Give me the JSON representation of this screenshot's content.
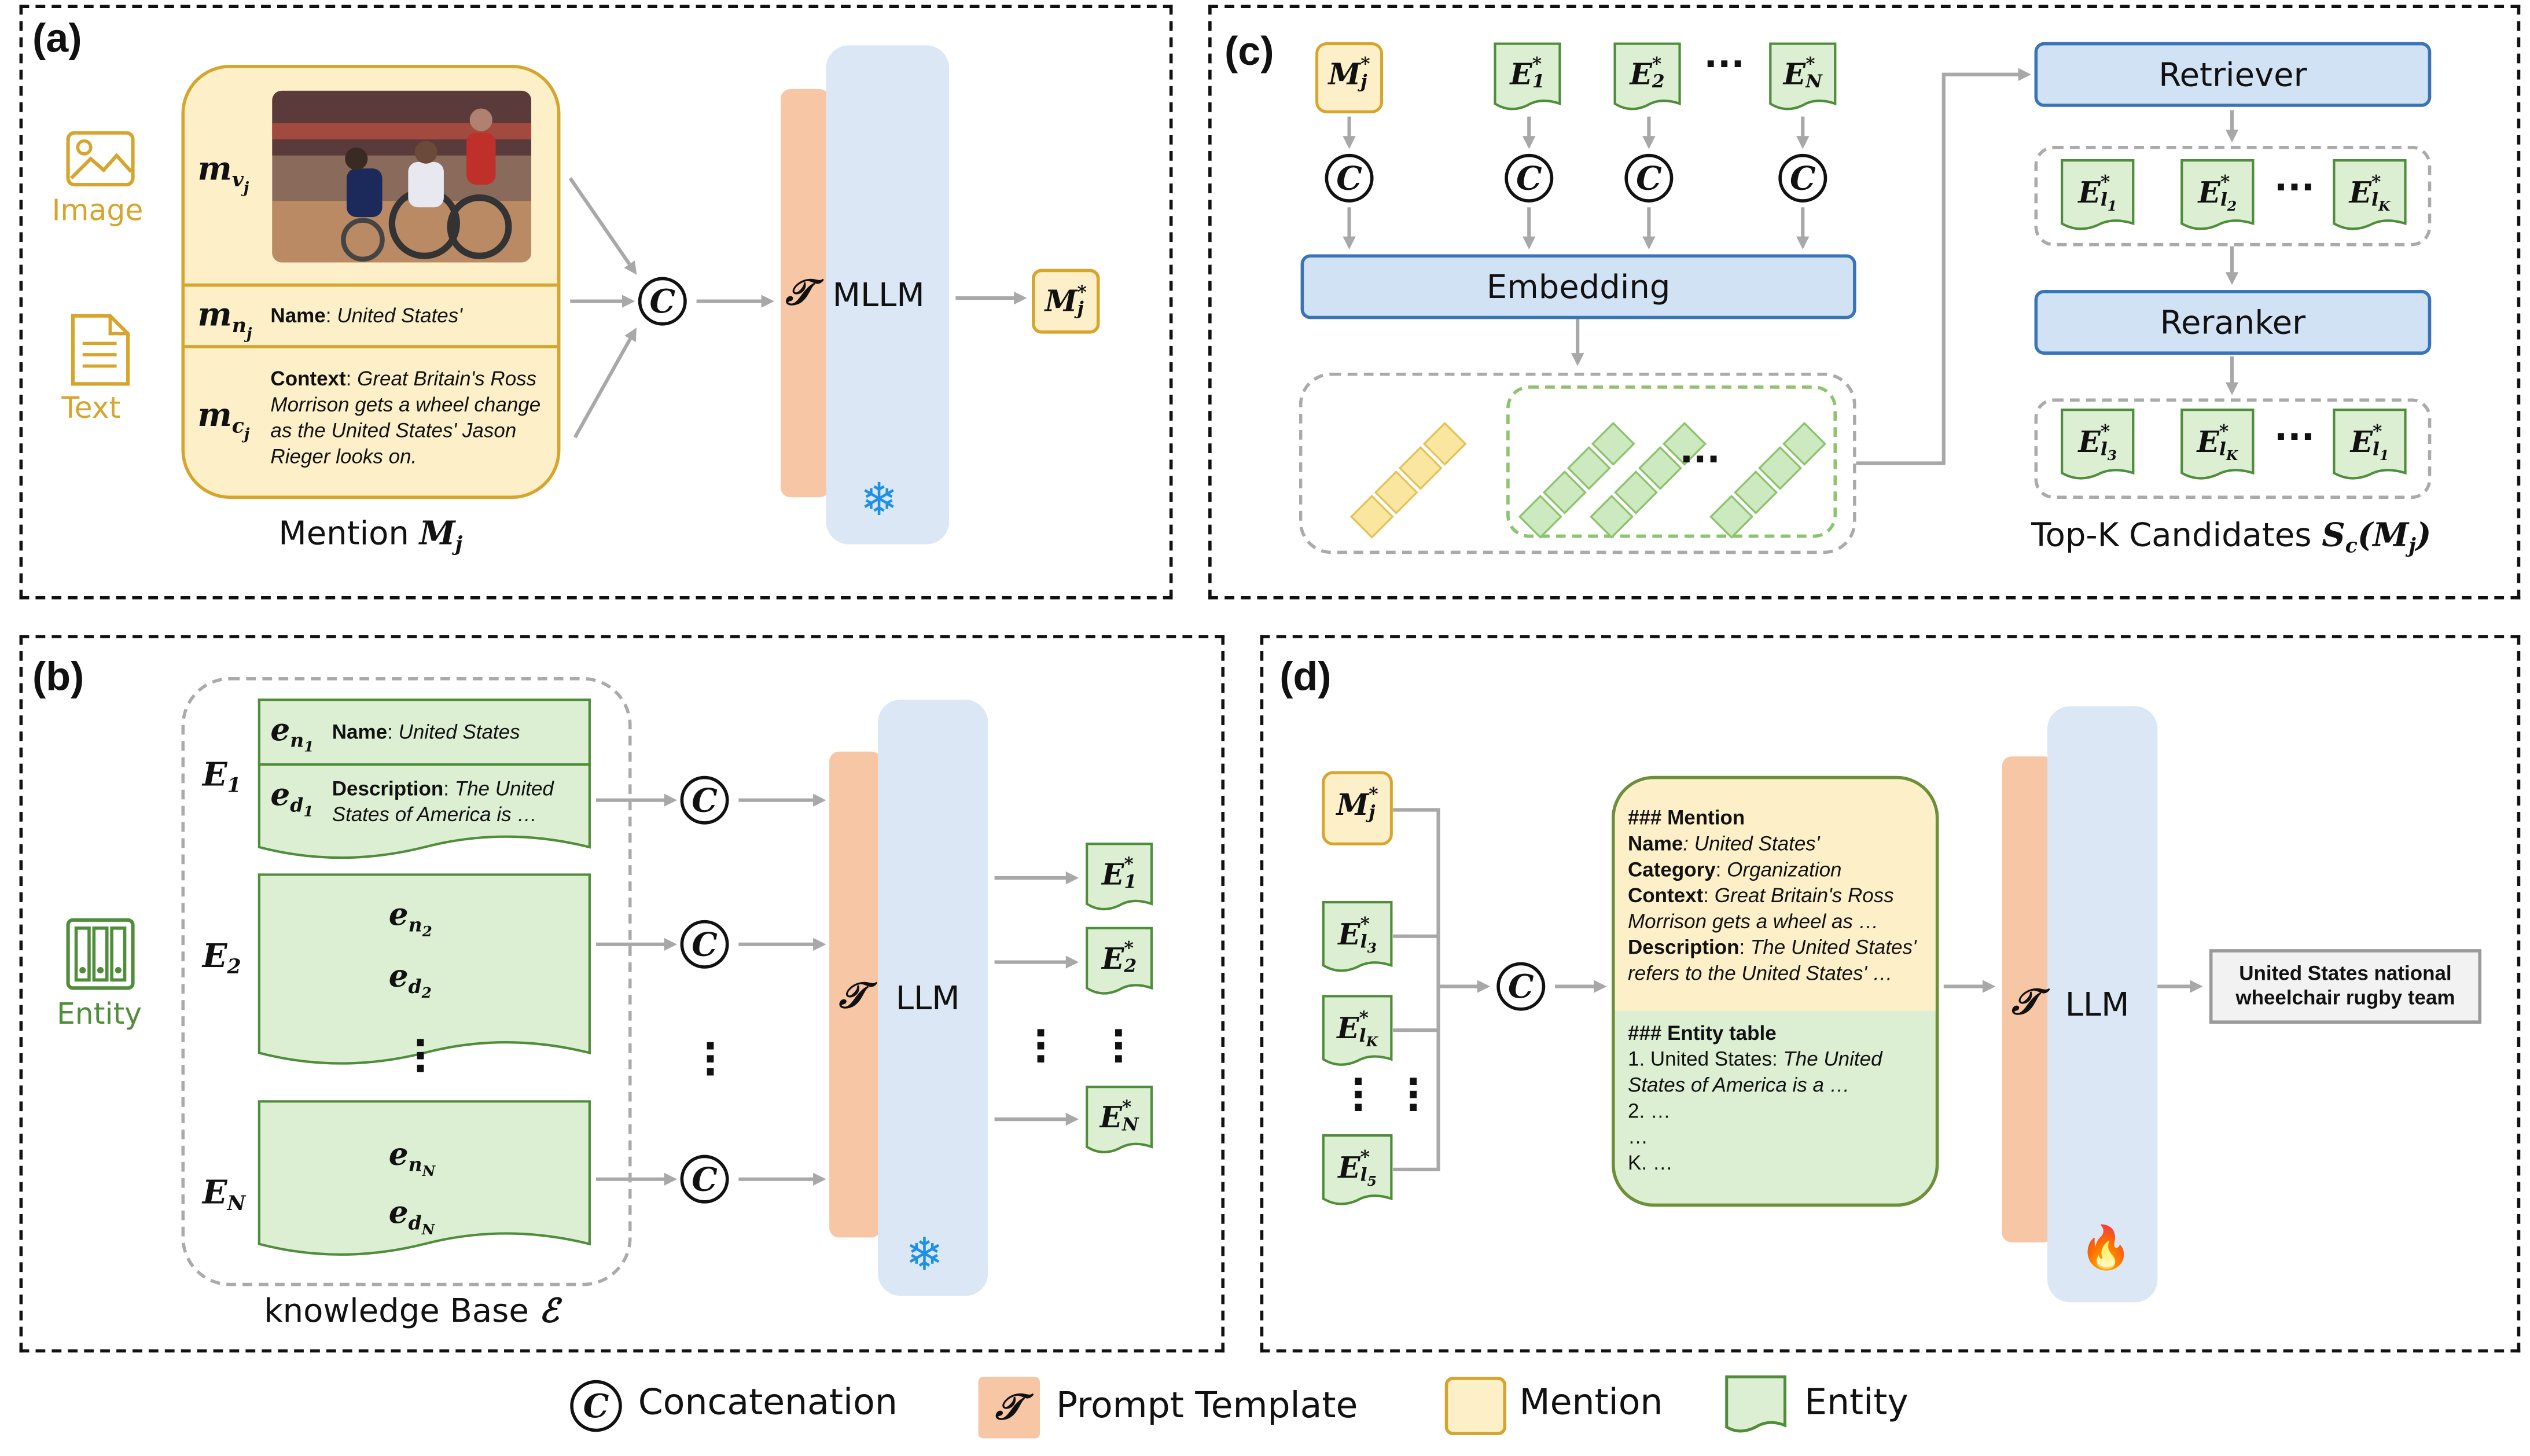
{
  "colors": {
    "mention_fill": "#fdf0c8",
    "mention_border": "#d6a52e",
    "entity_fill": "#dcefd3",
    "entity_border": "#4f8d3a",
    "module_fill": "#d2e2f5",
    "module_border": "#3b73b8",
    "template_fill": "#f6c6a5",
    "model_fill": "#dbe7f4",
    "arrow": "#a8a8a8"
  },
  "panel_a": {
    "label": "(a)",
    "image_label": "Image",
    "text_label": "Text",
    "mv": "m",
    "mv_sub": "v",
    "mv_subsub": "j",
    "mn": "m",
    "mn_sub": "n",
    "mn_subsub": "j",
    "mc": "m",
    "mc_sub": "c",
    "mc_subsub": "j",
    "name_key": "Name",
    "name_val": "United States'",
    "context_key": "Context",
    "context_val": "Great Britain's Ross Morrison gets a wheel change as the United States' Jason Rieger looks on.",
    "mention_caption": "Mention ",
    "mention_symbol": "M",
    "mention_sub": "j",
    "template_symbol": "𝒯",
    "model": "MLLM",
    "output": "M",
    "output_sup": "*",
    "output_sub": "j",
    "frozen_icon": "snowflake-icon"
  },
  "panel_b": {
    "label": "(b)",
    "entity_label": "Entity",
    "e1": "E",
    "e1_sub": "1",
    "e1_name_sym": "e",
    "e1_name_sub": "n",
    "e1_name_subsub": "1",
    "e1_name_key": "Name",
    "e1_name_val": "United States",
    "e1_desc_sym": "e",
    "e1_desc_sub": "d",
    "e1_desc_subsub": "1",
    "e1_desc_key": "Description",
    "e1_desc_val": "The United States of America is …",
    "e2": "E",
    "e2_sub": "2",
    "e2_n": "e",
    "e2_n_sub": "n",
    "e2_n_subsub": "2",
    "e2_d": "e",
    "e2_d_sub": "d",
    "e2_d_subsub": "2",
    "eN": "E",
    "eN_sub": "N",
    "eN_n": "e",
    "eN_n_sub": "n",
    "eN_n_subsub": "N",
    "eN_d": "e",
    "eN_d_sub": "d",
    "eN_d_subsub": "N",
    "kb_caption": "knowledge Base ",
    "kb_symbol": "ℰ",
    "template_symbol": "𝒯",
    "model": "LLM",
    "outputs": [
      {
        "sym": "E",
        "sup": "*",
        "sub": "1"
      },
      {
        "sym": "E",
        "sup": "*",
        "sub": "2"
      },
      {
        "sym": "E",
        "sup": "*",
        "sub": "N"
      }
    ],
    "frozen_icon": "snowflake-icon"
  },
  "panel_c": {
    "label": "(c)",
    "inputs": [
      {
        "sym": "M",
        "sup": "*",
        "sub": "j",
        "kind": "mention"
      },
      {
        "sym": "E",
        "sup": "*",
        "sub": "1",
        "kind": "entity"
      },
      {
        "sym": "E",
        "sup": "*",
        "sub": "2",
        "kind": "entity"
      },
      {
        "sym": "E",
        "sup": "*",
        "sub": "N",
        "kind": "entity"
      }
    ],
    "embedding": "Embedding",
    "retriever": "Retriever",
    "reranker": "Reranker",
    "retrieved": [
      {
        "sym": "E",
        "sup": "*",
        "sub": "l",
        "subsub": "1"
      },
      {
        "sym": "E",
        "sup": "*",
        "sub": "l",
        "subsub": "2"
      },
      {
        "sym": "E",
        "sup": "*",
        "sub": "l",
        "subsub": "K"
      }
    ],
    "reranked": [
      {
        "sym": "E",
        "sup": "*",
        "sub": "l",
        "subsub": "3"
      },
      {
        "sym": "E",
        "sup": "*",
        "sub": "l",
        "subsub": "K"
      },
      {
        "sym": "E",
        "sup": "*",
        "sub": "l",
        "subsub": "1"
      }
    ],
    "topk_caption": "Top-K Candidates ",
    "topk_symbol": "S",
    "topk_sub": "c",
    "topk_arg": "(M",
    "topk_arg_sub": "j",
    "topk_close": ")"
  },
  "panel_d": {
    "label": "(d)",
    "inputs": [
      {
        "sym": "M",
        "sup": "*",
        "sub": "j",
        "kind": "mention"
      },
      {
        "sym": "E",
        "sup": "*",
        "sub": "l",
        "subsub": "3",
        "kind": "entity"
      },
      {
        "sym": "E",
        "sup": "*",
        "sub": "l",
        "subsub": "K",
        "kind": "entity"
      },
      {
        "sym": "E",
        "sup": "*",
        "sub": "l",
        "subsub": "5",
        "kind": "entity"
      }
    ],
    "mention_header": "### Mention",
    "name_key": "Name",
    "name_val": ": United States'",
    "category_key": "Category",
    "category_val": "Organization",
    "context_key": "Context",
    "context_val": "Great Britain's Ross Morrison gets a wheel as …",
    "description_key": "Description",
    "description_val": "The United States' refers to the United States' …",
    "entity_header": "### Entity table",
    "entity_row1_prefix": "1. United States: ",
    "entity_row1_val": "The United States of America is a …",
    "entity_row2": "2. …",
    "entity_row3": "…",
    "entity_row4": "K. …",
    "template_symbol": "𝒯",
    "model": "LLM",
    "output": "United States national wheelchair rugby team",
    "trainable_icon": "fire-icon"
  },
  "legend": {
    "concat_symbol": "C",
    "concat_label": "Concatenation",
    "template_symbol": "𝒯",
    "template_label": "Prompt Template",
    "mention_label": "Mention",
    "entity_label": "Entity"
  },
  "concat_symbol": "C"
}
